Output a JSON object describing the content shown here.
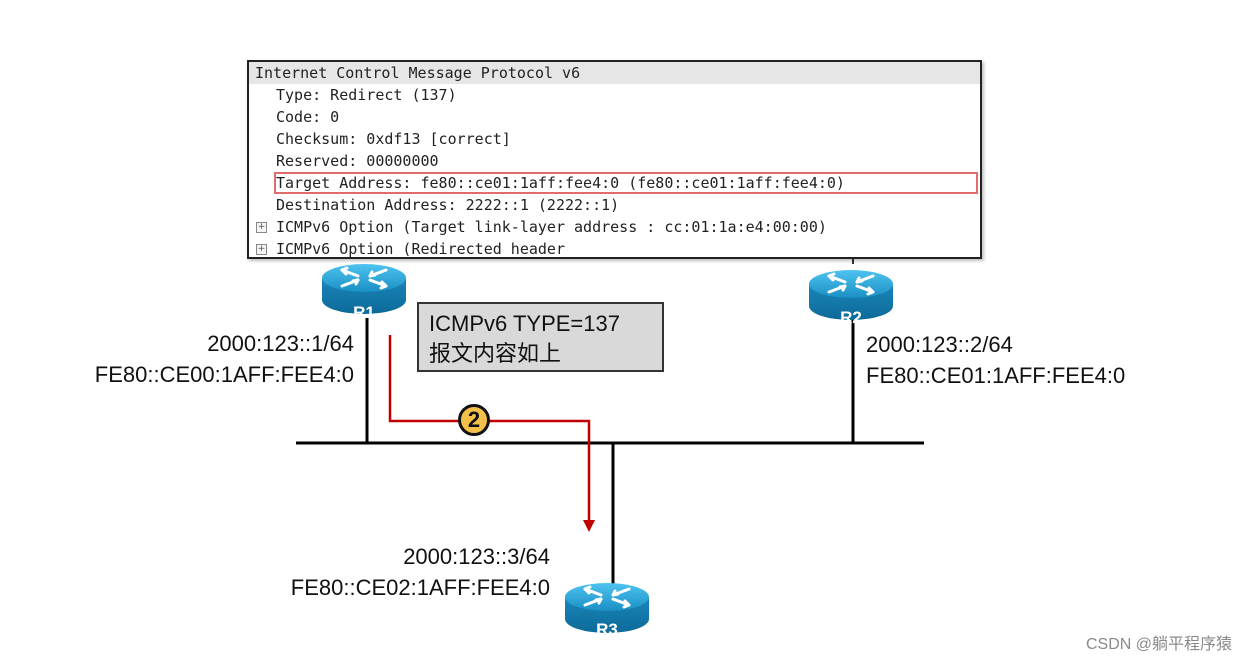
{
  "packet_details": {
    "header": "Internet Control Message Protocol v6",
    "fields": [
      "Type: Redirect (137)",
      "Code: 0",
      "Checksum: 0xdf13 [correct]",
      "Reserved: 00000000"
    ],
    "highlighted_field": "Target Address: fe80::ce01:1aff:fee4:0 (fe80::ce01:1aff:fee4:0)",
    "destination_field": "Destination Address: 2222::1 (2222::1)",
    "options": [
      "ICMPv6 Option (Target link-layer address : cc:01:1a:e4:00:00)",
      "ICMPv6 Option (Redirected header"
    ],
    "expand_glyph": "+",
    "highlight_color": "#e26b6b"
  },
  "routers": [
    {
      "name": "R1",
      "ipv6_global": "2000:123::1/64",
      "ipv6_link_local": "FE80::CE00:1AFF:FEE4:0"
    },
    {
      "name": "R2",
      "ipv6_global": "2000:123::2/64",
      "ipv6_link_local": "FE80::CE01:1AFF:FEE4:0"
    },
    {
      "name": "R3",
      "ipv6_global": "2000:123::3/64",
      "ipv6_link_local": "FE80::CE02:1AFF:FEE4:0"
    }
  ],
  "note": {
    "line1": "ICMPv6  TYPE=137",
    "line2": "报文内容如上"
  },
  "step_badge": "2",
  "colors": {
    "router_blue": "#1f95c8",
    "arrow_red": "#c00000",
    "badge_yellow": "#f5c04a",
    "note_bg": "#d9d9d9"
  },
  "watermark": "CSDN @躺平程序猿"
}
